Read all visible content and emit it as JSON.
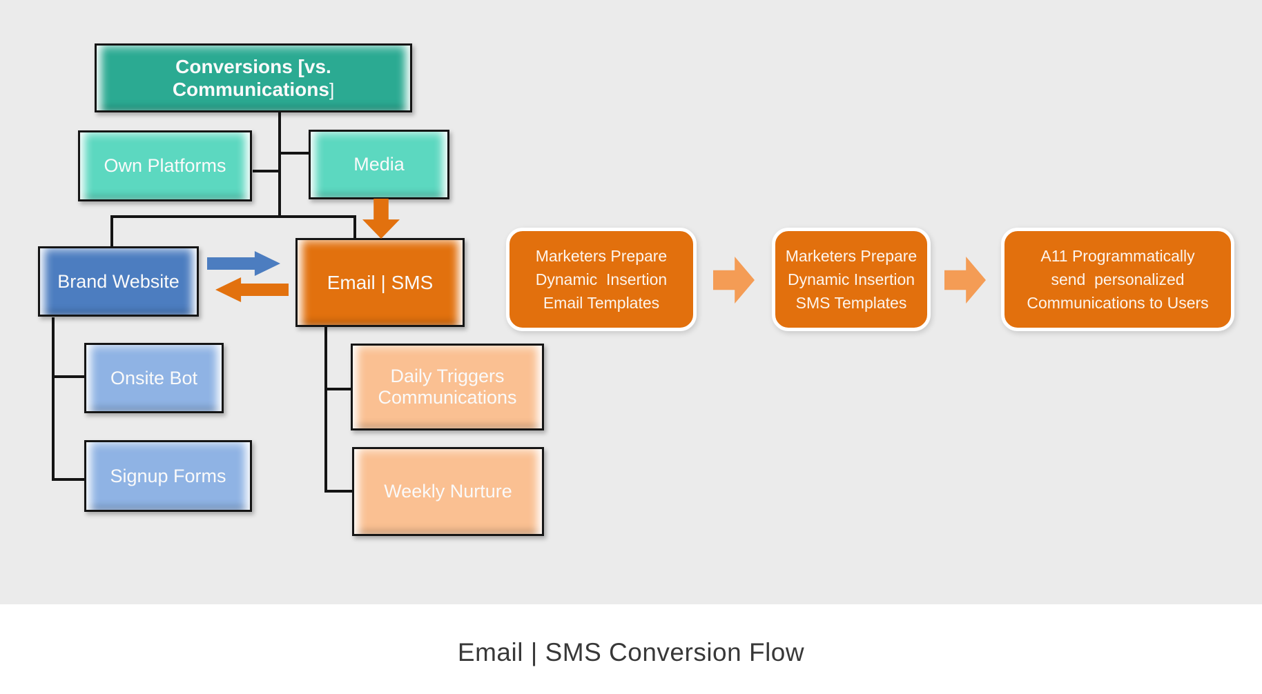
{
  "caption": "Email | SMS Conversion Flow",
  "org_chart": {
    "root": {
      "line1": "Conversions [vs.",
      "line2": "Communications",
      "line2_bracket": "]"
    },
    "own_platforms": "Own Platforms",
    "media": "Media",
    "brand_website": "Brand Website",
    "email_sms": "Email | SMS",
    "onsite_bot": "Onsite Bot",
    "signup_forms": "Signup Forms",
    "daily_triggers": "Daily Triggers Communications",
    "weekly_nurture": "Weekly Nurture"
  },
  "process_flow": {
    "steps": [
      {
        "lines": [
          "Marketers Prepare",
          "Dynamic  Insertion",
          "Email Templates"
        ]
      },
      {
        "lines": [
          "Marketers Prepare",
          "Dynamic Insertion",
          "SMS Templates"
        ]
      },
      {
        "lines": [
          "A11 Programmatically",
          "send  personalized",
          "Communications to Users"
        ]
      }
    ]
  },
  "icons": {
    "down_arrow": "media-to-email-down-arrow",
    "right_arrow": "website-to-email-right-arrow",
    "left_arrow": "email-to-website-left-arrow",
    "chevron_arrows": "process-step-chevron-arrow"
  },
  "colors": {
    "background": "#ebebeb",
    "footer_background": "#ffffff",
    "root_fill": "#2baa92",
    "platform_fill": "#5cd8c0",
    "website_fill": "#4c7dc0",
    "website_child_fill": "#8fb3e4",
    "email_fill": "#e2710e",
    "email_child_fill": "#fac092",
    "step_fill": "#e2700d",
    "chevron_fill": "#f49c55",
    "connector": "#141414",
    "caption_text": "#383838",
    "node_text": "#fafafa"
  }
}
